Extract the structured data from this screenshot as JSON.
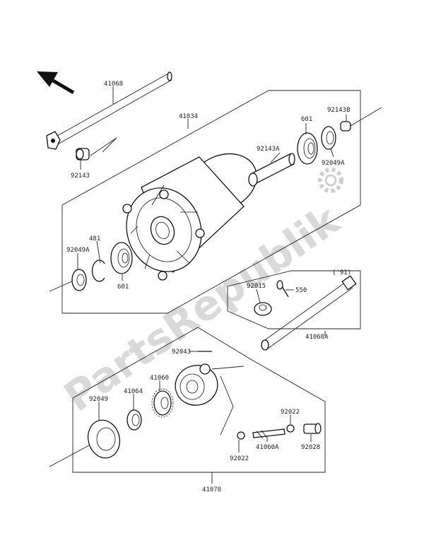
{
  "watermark": "PartsRepublik",
  "part_numbers": {
    "axle_front": "41068",
    "hub": "41034",
    "collar_left": "92143",
    "collar_right": "92143B",
    "spacer": "92143A",
    "bearing_right": "601",
    "seal_right": "92049A",
    "circlip": "481",
    "seal_left": "92049A",
    "bearing_left": "601",
    "year_note": "('91)",
    "nut": "92015",
    "cotter_pin": "550",
    "axle_91": "41068A",
    "pin": "92043",
    "gear_housing": "41060",
    "gear": "41064",
    "grease_seal": "92049",
    "washer_upper": "92022",
    "washer_lower": "92022",
    "pinion": "41060A",
    "bushing": "92028",
    "gear_assy": "41078"
  },
  "colors": {
    "line": "#222222",
    "watermark": "#d9d9d9",
    "background": "#ffffff"
  },
  "icons": [
    "direction-arrow-icon",
    "gear-watermark-icon"
  ]
}
